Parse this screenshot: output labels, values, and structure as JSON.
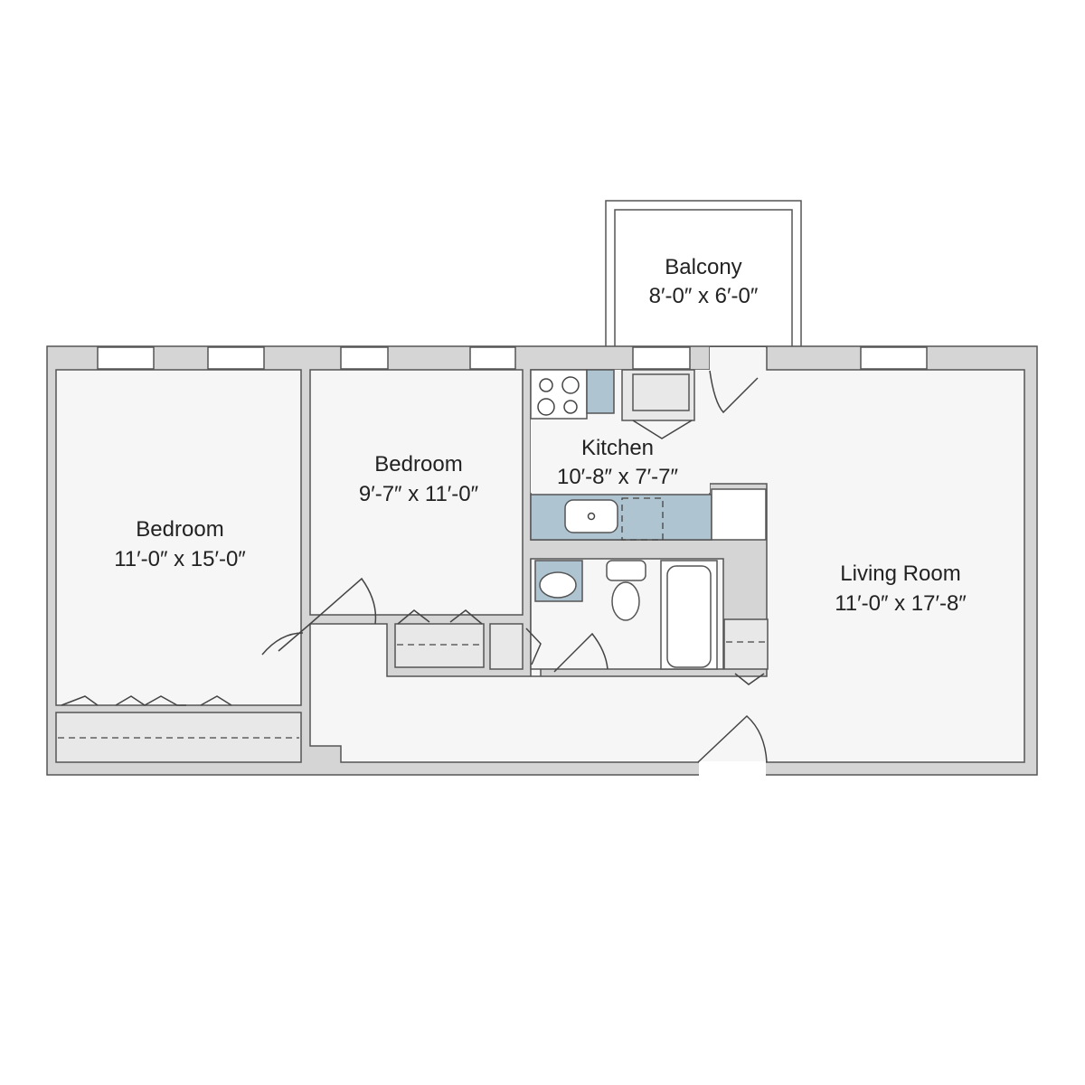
{
  "rooms": {
    "balcony": {
      "name": "Balcony",
      "dims": "8′-0″ x 6′-0″"
    },
    "bedroom1": {
      "name": "Bedroom",
      "dims": "11′-0″ x 15′-0″"
    },
    "bedroom2": {
      "name": "Bedroom",
      "dims": "9′-7″ x 11′-0″"
    },
    "kitchen": {
      "name": "Kitchen",
      "dims": "10′-8″ x 7′-7″"
    },
    "living": {
      "name": "Living Room",
      "dims": "11′-0″ x 17′-8″"
    }
  },
  "colors": {
    "wall": "#d5d5d5",
    "floor": "#f6f6f6",
    "fixture": "#aec4d1"
  }
}
